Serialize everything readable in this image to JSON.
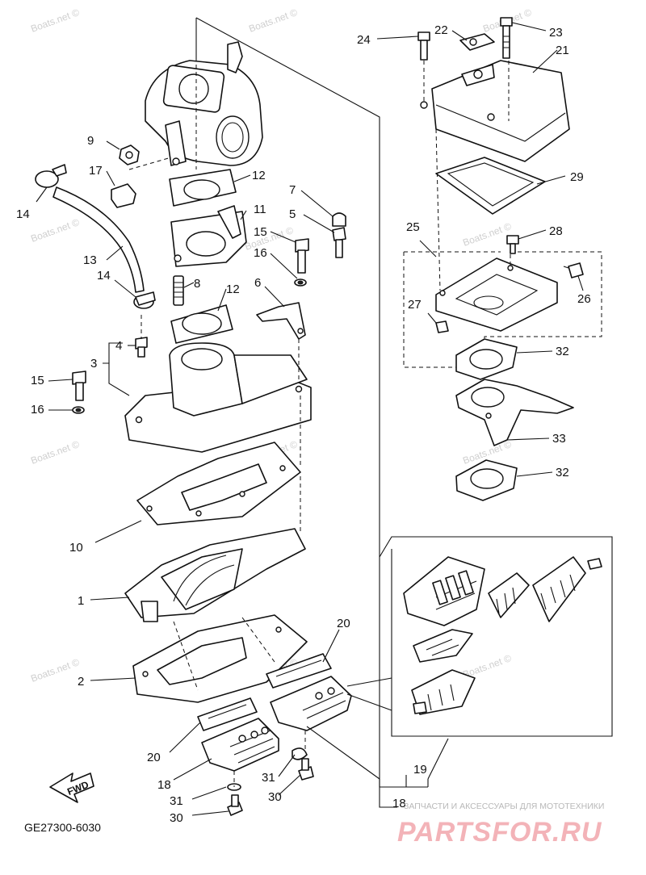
{
  "watermark": "Boats.net ©",
  "diagram_code": "GE27300-6030",
  "fwd_label": "FWD",
  "brand": {
    "tagline": "ЗАПЧАСТИ И АКСЕССУАРЫ ДЛЯ МОТОТЕХНИКИ",
    "logo": "PARTSFOR.RU"
  },
  "callouts": {
    "c1": "1",
    "c2": "2",
    "c3": "3",
    "c4": "4",
    "c5": "5",
    "c6": "6",
    "c7": "7",
    "c8": "8",
    "c9": "9",
    "c10": "10",
    "c11": "11",
    "c12a": "12",
    "c12b": "12",
    "c13": "13",
    "c14a": "14",
    "c14b": "14",
    "c15a": "15",
    "c15b": "15",
    "c16a": "16",
    "c16b": "16",
    "c17": "17",
    "c18a": "18",
    "c18b": "18",
    "c19": "19",
    "c20a": "20",
    "c20b": "20",
    "c21": "21",
    "c22": "22",
    "c23": "23",
    "c24": "24",
    "c25": "25",
    "c26": "26",
    "c27": "27",
    "c28": "28",
    "c29": "29",
    "c30a": "30",
    "c30b": "30",
    "c31a": "31",
    "c31b": "31",
    "c32a": "32",
    "c32b": "32",
    "c33": "33"
  }
}
